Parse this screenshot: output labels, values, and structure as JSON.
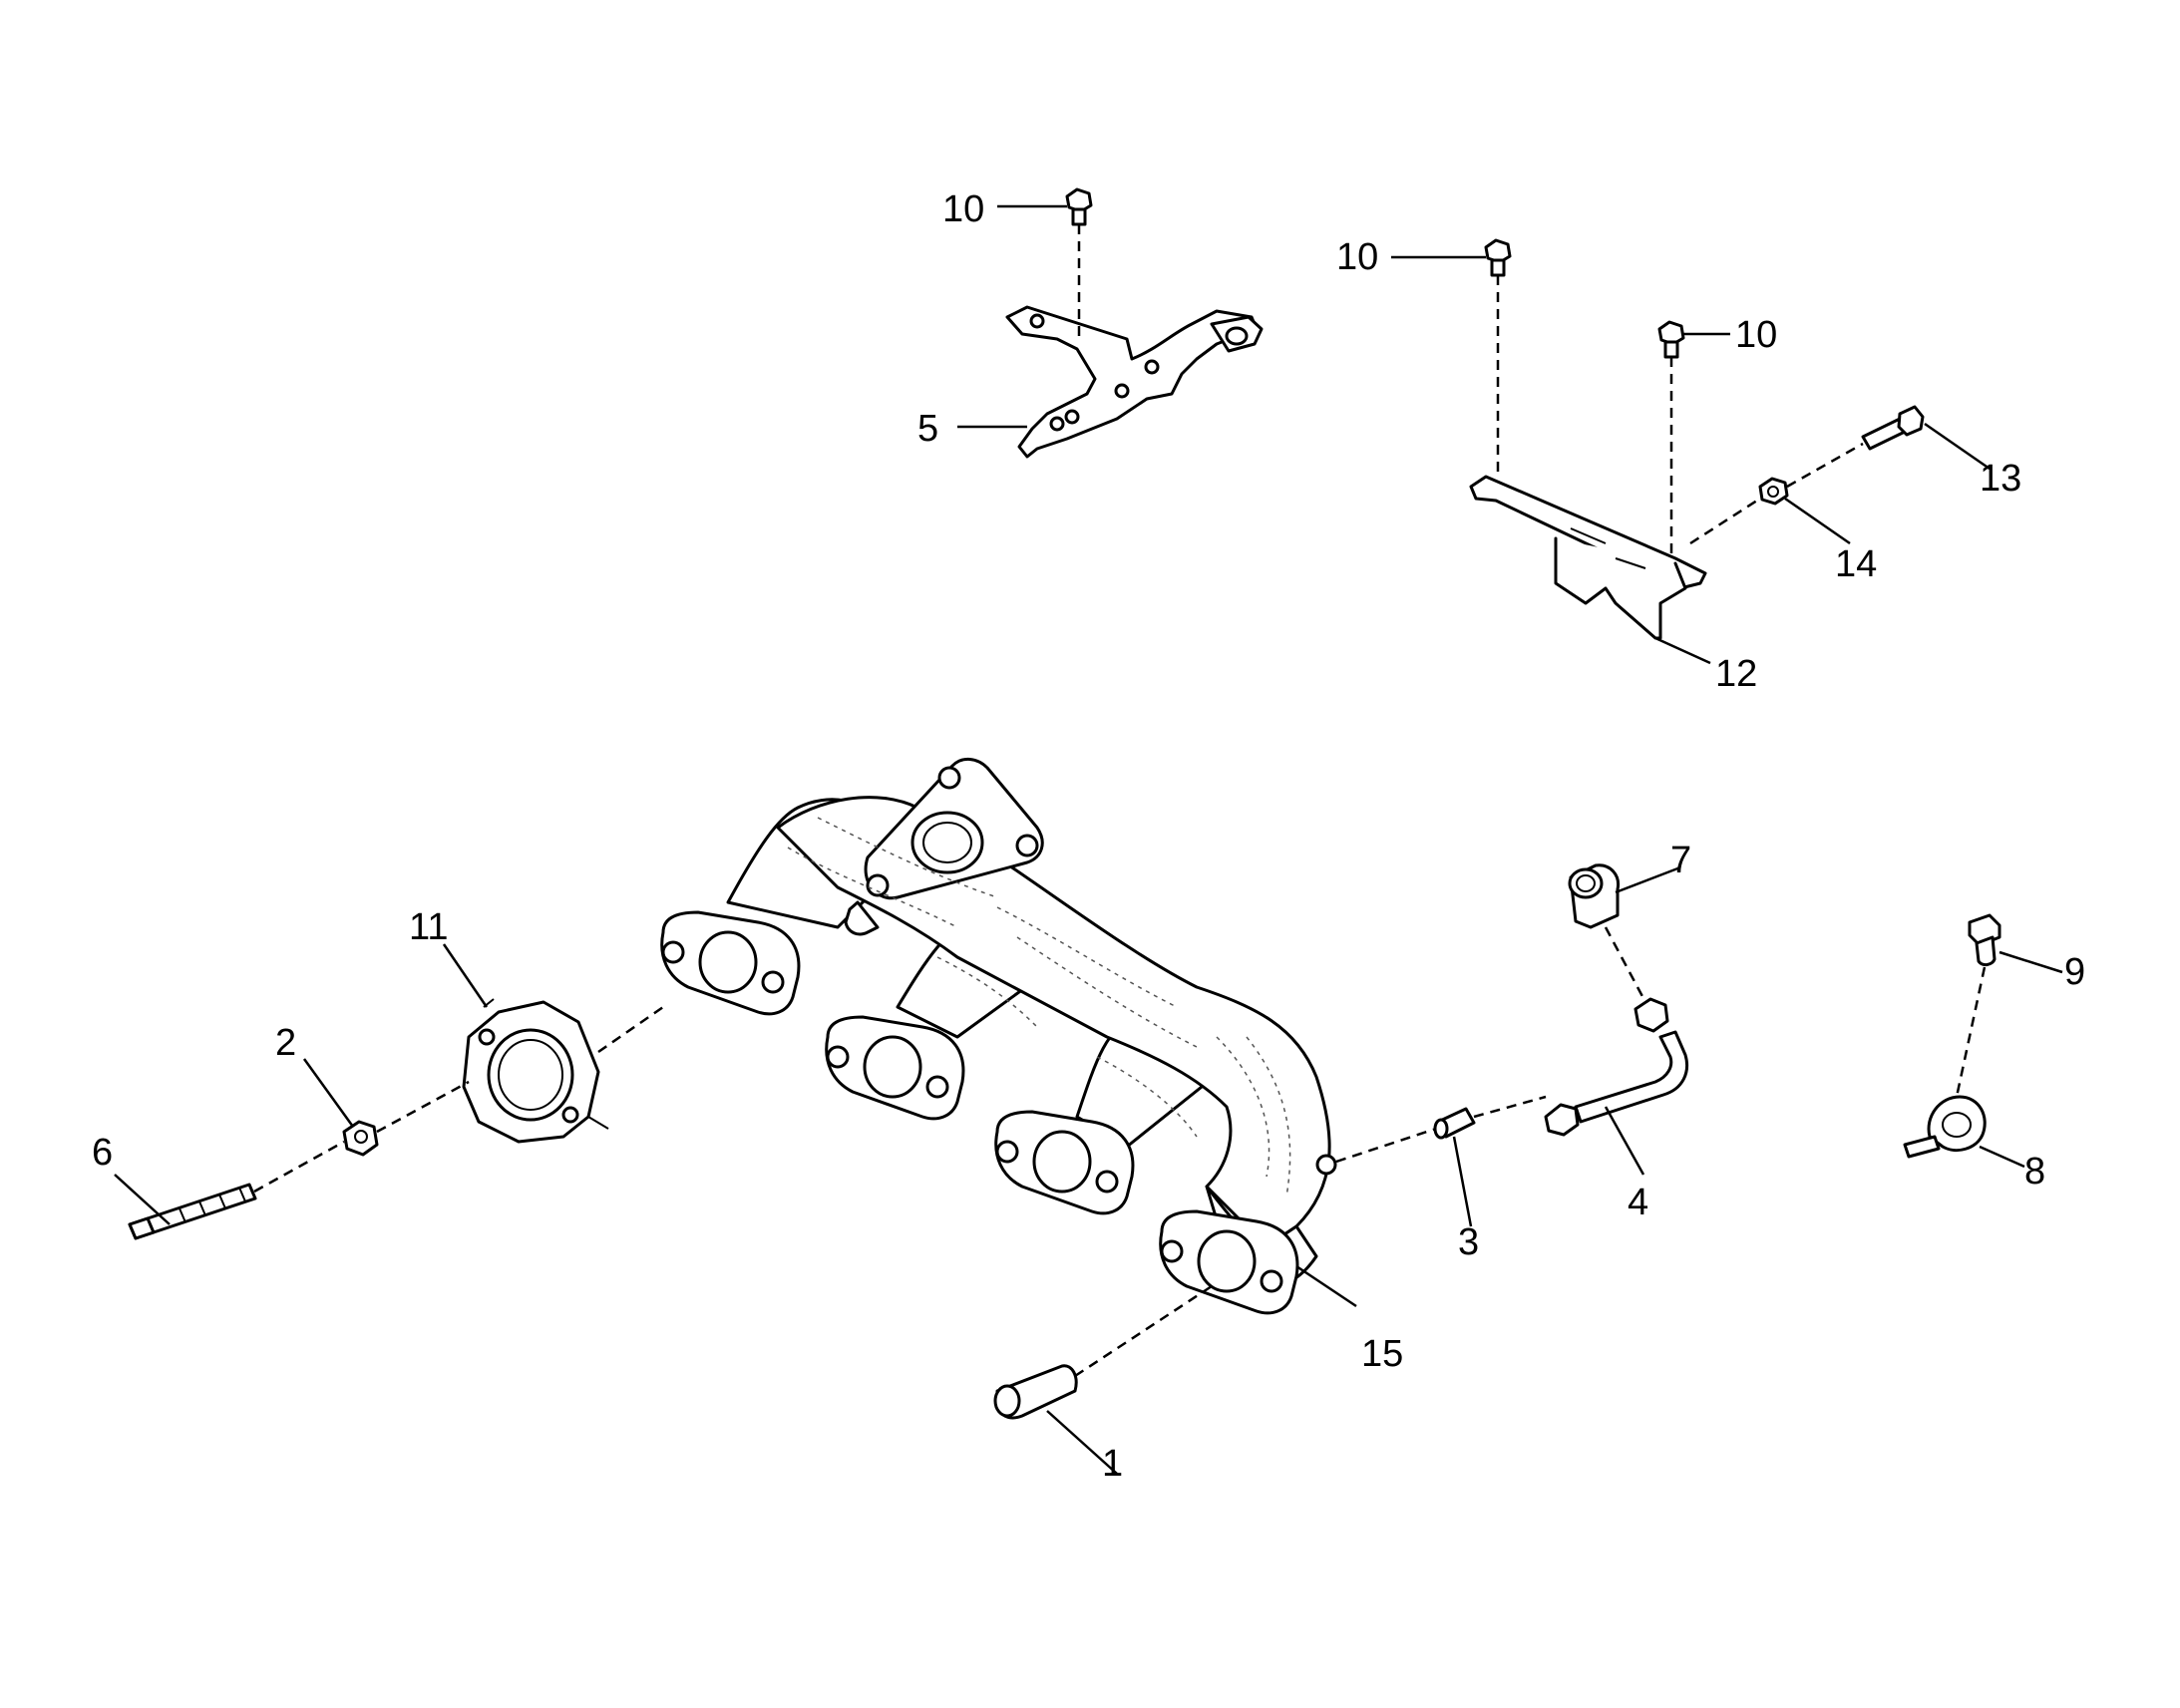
{
  "diagram": {
    "callouts": [
      {
        "id": "c1",
        "label": "1"
      },
      {
        "id": "c2",
        "label": "2"
      },
      {
        "id": "c3",
        "label": "3"
      },
      {
        "id": "c4",
        "label": "4"
      },
      {
        "id": "c5",
        "label": "5"
      },
      {
        "id": "c6",
        "label": "6"
      },
      {
        "id": "c7",
        "label": "7"
      },
      {
        "id": "c8",
        "label": "8"
      },
      {
        "id": "c9",
        "label": "9"
      },
      {
        "id": "c10a",
        "label": "10"
      },
      {
        "id": "c10b",
        "label": "10"
      },
      {
        "id": "c10c",
        "label": "10"
      },
      {
        "id": "c11",
        "label": "11"
      },
      {
        "id": "c12",
        "label": "12"
      },
      {
        "id": "c13",
        "label": "13"
      },
      {
        "id": "c14",
        "label": "14"
      },
      {
        "id": "c15",
        "label": "15"
      }
    ]
  }
}
